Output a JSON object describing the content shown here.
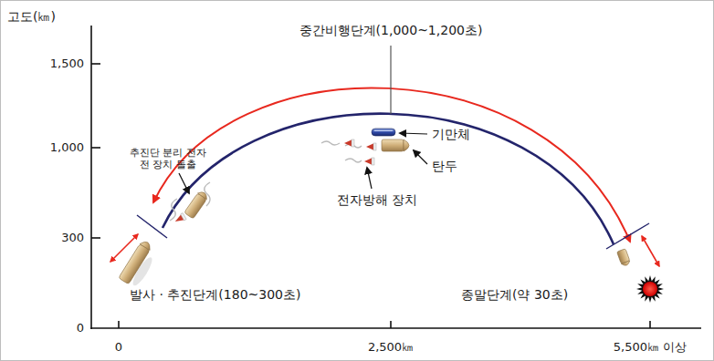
{
  "diagram": {
    "labels": [
      "고도(㎞)",
      "중간비행단계(1,000~1,200초)",
      "1,500",
      "추진단 분리 전자전 장치 돌출",
      "기만체",
      "1,000",
      "탄두",
      "전자방해 장치",
      "300",
      "발사 · 추진단계(180~300초)",
      "종말단계(약 30초)",
      "0",
      "0",
      "2,500㎞",
      "5,500㎞ 이상"
    ]
  }
}
